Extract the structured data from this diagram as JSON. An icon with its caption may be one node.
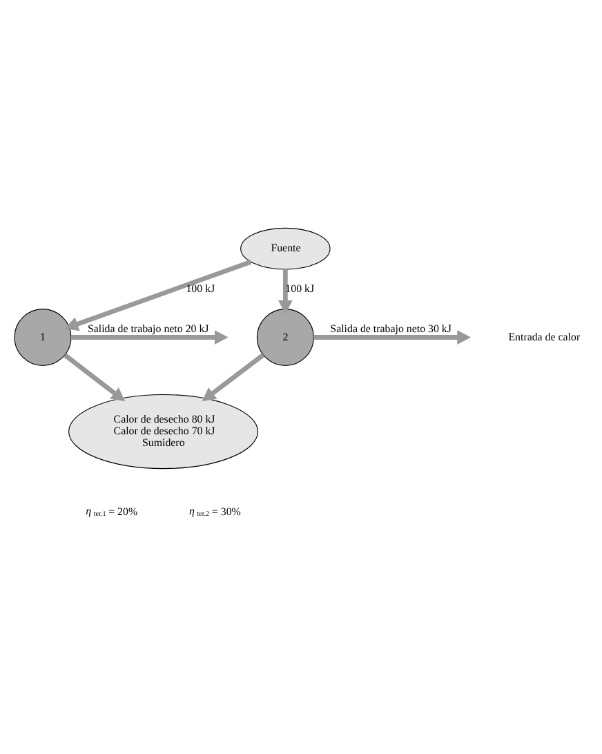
{
  "diagram": {
    "nodes": [
      {
        "text": [
          "Fuente"
        ]
      },
      {
        "text": [
          "1"
        ]
      },
      {
        "text": [
          "2"
        ]
      },
      {
        "text": [
          "Calor de desecho 80 kJ",
          "Calor de desecho 70 kJ",
          "Sumidero"
        ]
      }
    ],
    "edges": [
      {
        "from": 0,
        "to": 1,
        "arrow": "to",
        "label": "100 kJ"
      },
      {
        "from": 0,
        "to": 2,
        "arrow": "to",
        "label": "100 kJ"
      },
      {
        "from": 1,
        "to": null,
        "arrow": "to",
        "label": "Salida de trabajo neto 20 kJ"
      },
      {
        "from": 2,
        "to": null,
        "arrow": "to",
        "label": "Salida de trabajo neto 30 kJ"
      },
      {
        "from": 1,
        "to": 3,
        "arrow": "to"
      },
      {
        "from": 2,
        "to": 3,
        "arrow": "to"
      }
    ],
    "labels": [
      "Entrada de calor",
      "*η*$_{ter.1}$ = 20%",
      "*η*$_{ter.2}$ = 30%"
    ]
  }
}
